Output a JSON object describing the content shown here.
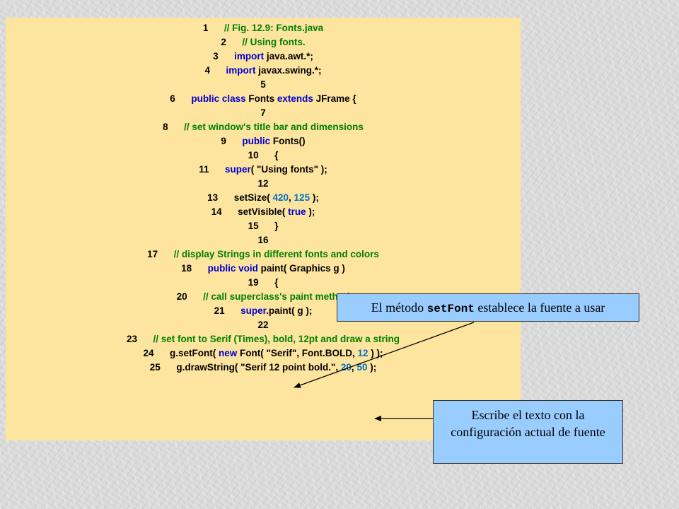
{
  "code": {
    "lines": [
      {
        "num": "1",
        "tokens": [
          {
            "t": "// Fig. 12.9: Fonts.java",
            "c": "comment"
          }
        ]
      },
      {
        "num": "2",
        "tokens": [
          {
            "t": "// Using fonts.",
            "c": "comment"
          }
        ]
      },
      {
        "num": "3",
        "tokens": [
          {
            "t": "import",
            "c": "keyword"
          },
          {
            "t": " java.awt.*;",
            "c": "plain"
          }
        ]
      },
      {
        "num": "4",
        "tokens": [
          {
            "t": "import",
            "c": "keyword"
          },
          {
            "t": " javax.swing.*;",
            "c": "plain"
          }
        ]
      },
      {
        "num": "5",
        "tokens": []
      },
      {
        "num": "6",
        "tokens": [
          {
            "t": "public class",
            "c": "keyword"
          },
          {
            "t": " Fonts ",
            "c": "plain"
          },
          {
            "t": "extends",
            "c": "keyword"
          },
          {
            "t": " JFrame {",
            "c": "plain"
          }
        ]
      },
      {
        "num": "7",
        "tokens": []
      },
      {
        "num": "8",
        "tokens": [
          {
            "t": "// set window's title bar and dimensions",
            "c": "comment"
          }
        ]
      },
      {
        "num": "9",
        "tokens": [
          {
            "t": "public",
            "c": "keyword"
          },
          {
            "t": " Fonts()",
            "c": "plain"
          }
        ]
      },
      {
        "num": "10",
        "tokens": [
          {
            "t": "{",
            "c": "plain"
          }
        ]
      },
      {
        "num": "11",
        "tokens": [
          {
            "t": "super",
            "c": "keyword"
          },
          {
            "t": "( \"Using fonts\" );",
            "c": "plain"
          }
        ]
      },
      {
        "num": "12",
        "tokens": []
      },
      {
        "num": "13",
        "tokens": [
          {
            "t": "setSize( ",
            "c": "plain"
          },
          {
            "t": "420",
            "c": "number"
          },
          {
            "t": ", ",
            "c": "plain"
          },
          {
            "t": "125",
            "c": "number"
          },
          {
            "t": " );",
            "c": "plain"
          }
        ]
      },
      {
        "num": "14",
        "tokens": [
          {
            "t": "setVisible( ",
            "c": "plain"
          },
          {
            "t": "true",
            "c": "keyword"
          },
          {
            "t": " );",
            "c": "plain"
          }
        ]
      },
      {
        "num": "15",
        "tokens": [
          {
            "t": "}",
            "c": "plain"
          }
        ]
      },
      {
        "num": "16",
        "tokens": []
      },
      {
        "num": "17",
        "tokens": [
          {
            "t": "// display Strings in different fonts and colors",
            "c": "comment"
          }
        ]
      },
      {
        "num": "18",
        "tokens": [
          {
            "t": "public void",
            "c": "keyword"
          },
          {
            "t": " paint( Graphics g )",
            "c": "plain"
          }
        ]
      },
      {
        "num": "19",
        "tokens": [
          {
            "t": "{",
            "c": "plain"
          }
        ]
      },
      {
        "num": "20",
        "tokens": [
          {
            "t": "// call superclass's paint method",
            "c": "comment"
          }
        ]
      },
      {
        "num": "21",
        "tokens": [
          {
            "t": "super",
            "c": "keyword"
          },
          {
            "t": ".paint( g );",
            "c": "plain"
          }
        ]
      },
      {
        "num": "22",
        "tokens": []
      },
      {
        "num": "23",
        "tokens": [
          {
            "t": "// set font to Serif (Times), bold, 12pt and draw a string",
            "c": "comment"
          }
        ]
      },
      {
        "num": "24",
        "tokens": [
          {
            "t": "g.setFont( ",
            "c": "plain"
          },
          {
            "t": "new",
            "c": "keyword"
          },
          {
            "t": " Font( \"Serif\", Font.BOLD, ",
            "c": "plain"
          },
          {
            "t": "12",
            "c": "number"
          },
          {
            "t": " ) );",
            "c": "plain"
          }
        ]
      },
      {
        "num": "25",
        "tokens": [
          {
            "t": "g.drawString( \"Serif 12 point bold.\", ",
            "c": "plain"
          },
          {
            "t": "20",
            "c": "number"
          },
          {
            "t": ", ",
            "c": "plain"
          },
          {
            "t": "50",
            "c": "number"
          },
          {
            "t": " );",
            "c": "plain"
          }
        ]
      }
    ]
  },
  "callouts": {
    "setfont": {
      "before": "El método ",
      "code": "setFont",
      "after": " establece la fuente a usar"
    },
    "drawstring": {
      "text": "Escribe el texto con la configuración actual de fuente"
    }
  },
  "colors": {
    "panel_bg": "#fde49f",
    "callout_bg": "#99ccff",
    "comment": "#008000",
    "keyword": "#0000cc",
    "number": "#0070c0"
  }
}
